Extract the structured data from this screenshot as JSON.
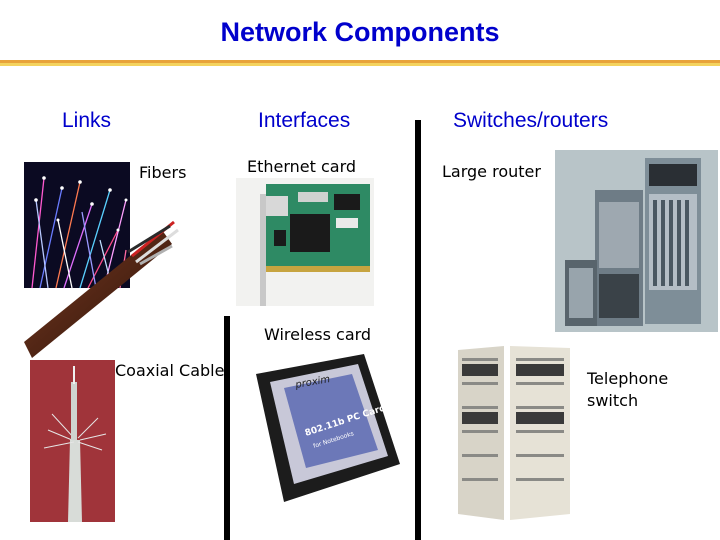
{
  "slide": {
    "title": "Network Components",
    "columns": {
      "links": "Links",
      "interfaces": "Interfaces",
      "switches": "Switches/routers"
    },
    "items": {
      "fibers": "Fibers",
      "coaxial": "Coaxial Cable",
      "ethernet": "Ethernet card",
      "wireless": "Wireless card",
      "router": "Large router",
      "telephone_line1": "Telephone",
      "telephone_line2": "switch"
    },
    "card_print": {
      "brand": "proxim",
      "model": "802.11b PC Card",
      "sub": "for Notebooks"
    }
  }
}
